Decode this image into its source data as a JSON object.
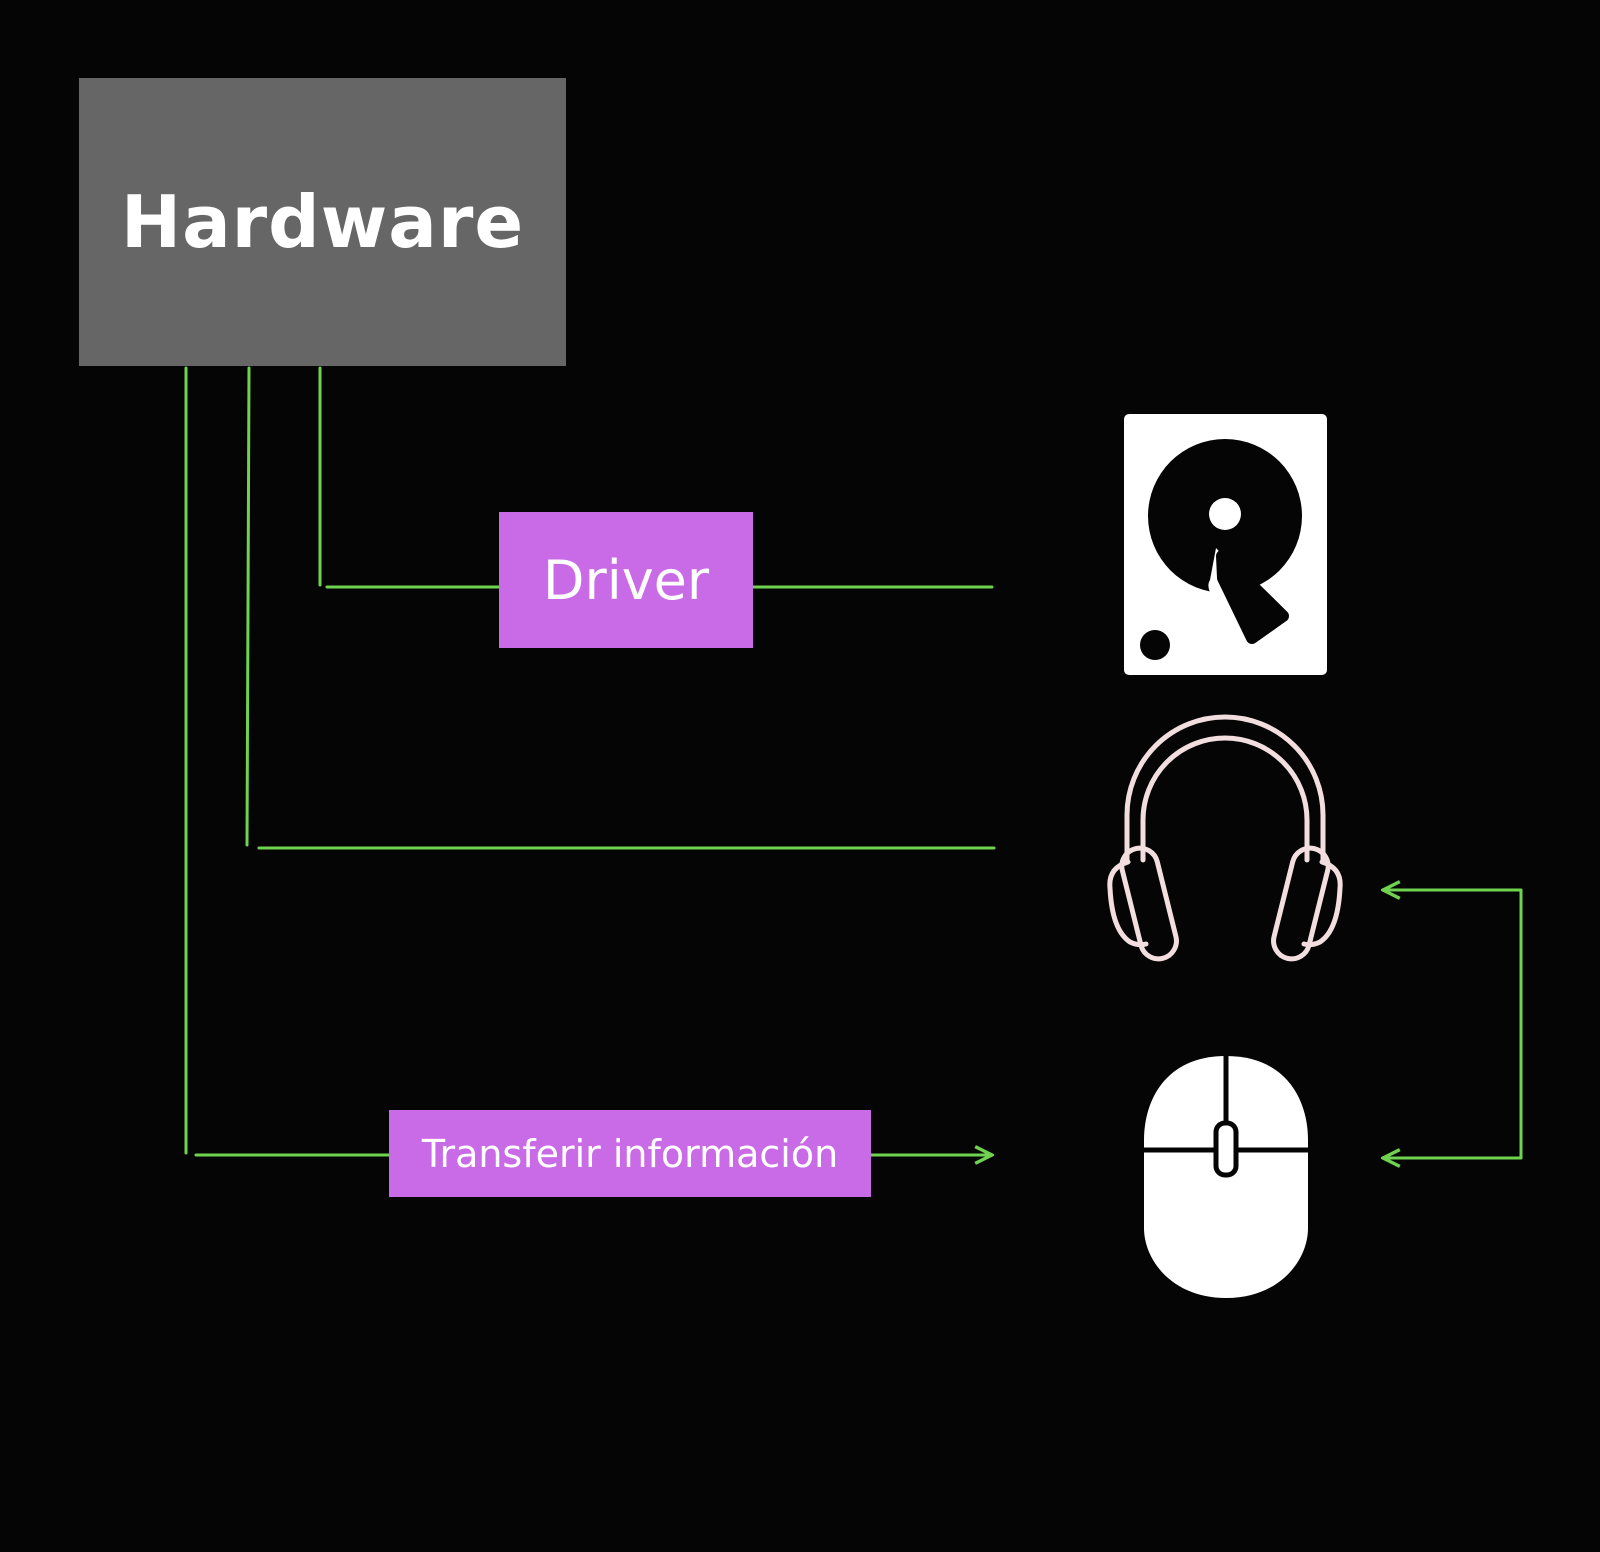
{
  "diagram": {
    "hardware_label": "Hardware",
    "driver_label": "Driver",
    "transfer_label": "Transferir información"
  },
  "devices": [
    {
      "name": "hard-drive",
      "icon": "hard-drive-icon"
    },
    {
      "name": "headphones",
      "icon": "headphones-icon"
    },
    {
      "name": "mouse",
      "icon": "mouse-icon"
    }
  ],
  "colors": {
    "background": "#050505",
    "hardware_box": "#666666",
    "label_box": "#c96be6",
    "connector": "#6fd34f",
    "text": "#ffffff",
    "headphones_stroke": "#f2dede"
  }
}
